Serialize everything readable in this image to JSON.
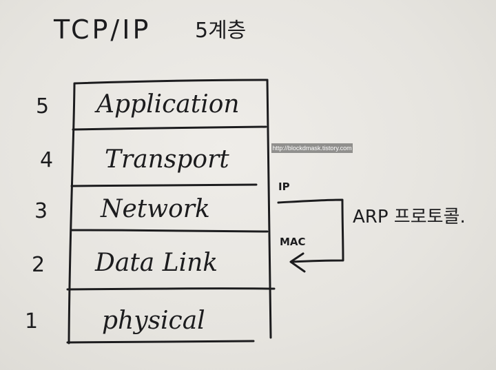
{
  "diagram": {
    "title": "TCP/IP",
    "title_suffix": "5계층",
    "layers": [
      {
        "number": "5",
        "name": "Application"
      },
      {
        "number": "4",
        "name": "Transport"
      },
      {
        "number": "3",
        "name": "Network"
      },
      {
        "number": "2",
        "name": "Data Link"
      },
      {
        "number": "1",
        "name": "physical"
      }
    ],
    "arrow": {
      "top_label": "IP",
      "bottom_label": "MAC",
      "side_label": "ARP 프로토콜."
    },
    "watermark": "http://blockdmask.tistory.com"
  }
}
